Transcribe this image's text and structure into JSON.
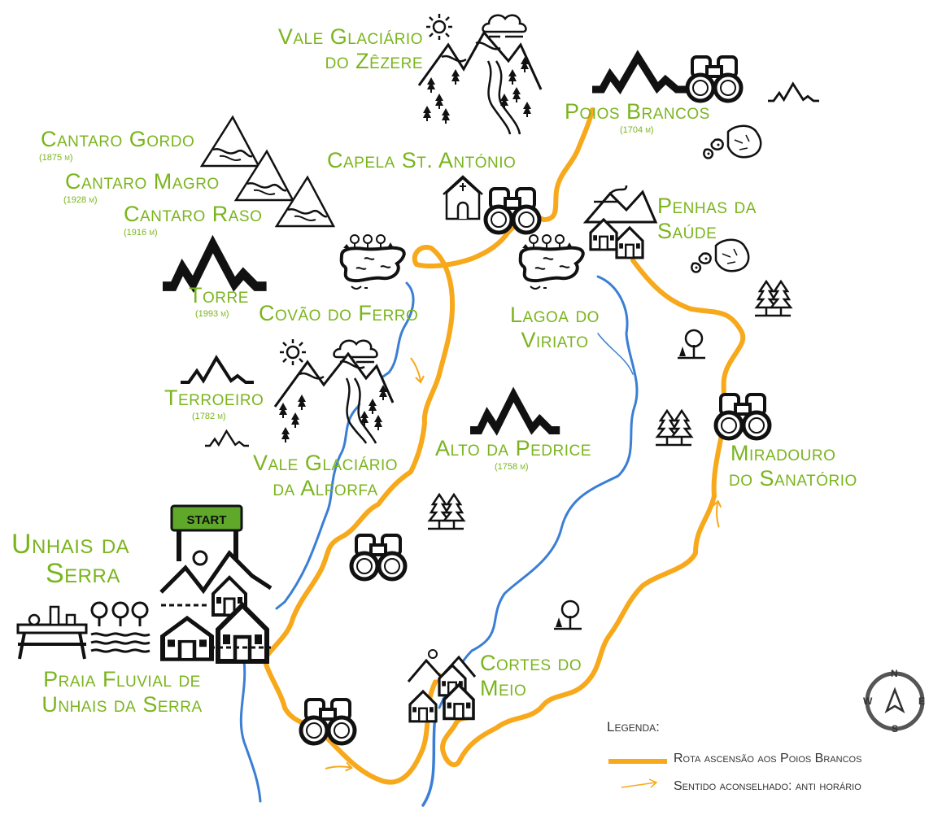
{
  "labels": {
    "vale_zezere": "Vale Glaciário do Zêzere",
    "vale_zezere_l1": "Vale Glaciário",
    "vale_zezere_l2": "do Zêzere",
    "poios_brancos": "Poios Brancos",
    "poios_brancos_alt": "(1704 m)",
    "cantaro_gordo": "Cantaro Gordo",
    "cantaro_gordo_alt": "(1875 m)",
    "cantaro_magro": "Cantaro Magro",
    "cantaro_magro_alt": "(1928 m)",
    "cantaro_raso": "Cantaro Raso",
    "cantaro_raso_alt": "(1916 m)",
    "capela": "Capela St. António",
    "penhas_l1": "Penhas da",
    "penhas_l2": "Saúde",
    "torre": "Torre",
    "torre_alt": "(1993 m)",
    "covao": "Covão do Ferro",
    "lagoa_l1": "Lagoa do",
    "lagoa_l2": "Viriato",
    "terroeiro": "Terroeiro",
    "terroeiro_alt": "(1782 m)",
    "alto_pedrice": "Alto da Pedrice",
    "alto_pedrice_alt": "(1758 m)",
    "alforfa_l1": "Vale Glaciário",
    "alforfa_l2": "da Alforfa",
    "miradouro_l1": "Miradouro",
    "miradouro_l2": "do Sanatório",
    "unhais_l1": "Unhais da",
    "unhais_l2": "Serra",
    "praia_l1": "Praia Fluvial de",
    "praia_l2": "Unhais da Serra",
    "cortes_l1": "Cortes do",
    "cortes_l2": "Meio",
    "start": "START"
  },
  "legend": {
    "title": "Legenda:",
    "route": "Rota ascensão aos Poios Brancos",
    "direction": "Sentido aconselhado: anti horário"
  },
  "compass": {
    "n": "N",
    "s": "S",
    "e": "E",
    "w": "W"
  },
  "colors": {
    "route": "#f7a81b",
    "river": "#3a7fd5",
    "label": "#7ab51d",
    "icon": "#111111",
    "start_sign": "#5fa82a"
  },
  "icons": [
    "mountain-icon",
    "binoculars-icon",
    "chapel-icon",
    "village-icon",
    "lake-icon",
    "pine-trees-icon",
    "rocks-icon",
    "picnic-icon",
    "sun-icon",
    "cloud-icon",
    "compass-icon"
  ]
}
